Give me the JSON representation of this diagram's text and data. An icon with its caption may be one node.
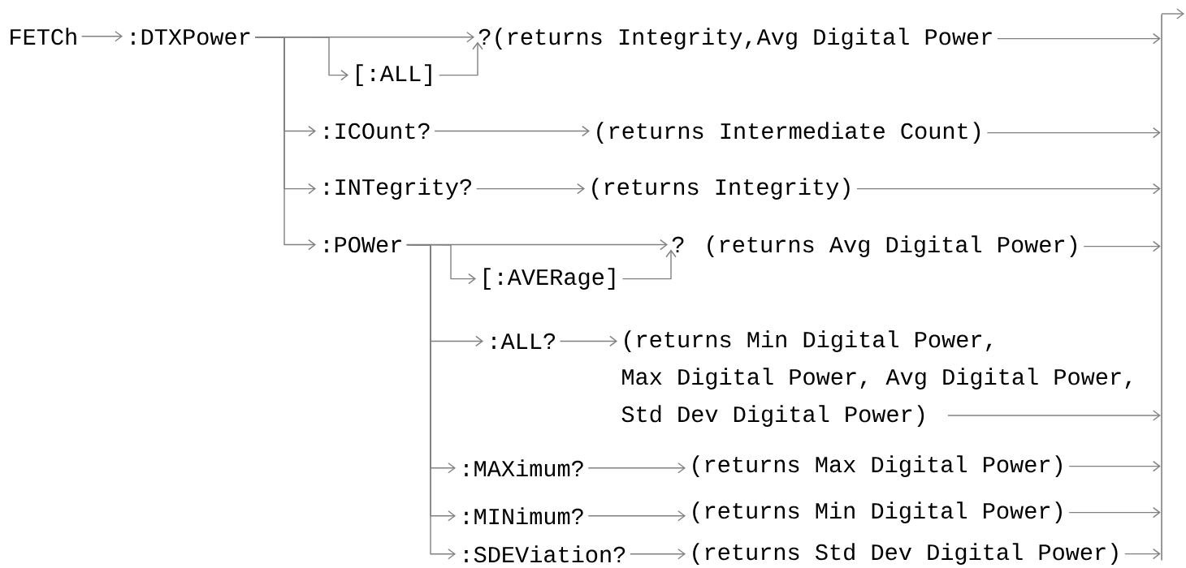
{
  "diagram": {
    "nodes": [
      {
        "text": [
          "FETCh"
        ]
      },
      {
        "text": [
          ":DTXPower"
        ]
      },
      {
        "text": [
          "[:ALL]"
        ]
      },
      {
        "text": [
          "?(returns Integrity,Avg Digital Power"
        ]
      },
      {
        "text": [
          ":ICOunt?"
        ]
      },
      {
        "text": [
          "(returns Intermediate Count)"
        ]
      },
      {
        "text": [
          ":INTegrity?"
        ]
      },
      {
        "text": [
          "(returns Integrity)"
        ]
      },
      {
        "text": [
          ":POWer"
        ]
      },
      {
        "text": [
          "[:AVERage]"
        ]
      },
      {
        "text": [
          "? (returns Avg Digital Power)"
        ]
      },
      {
        "text": [
          ":ALL?"
        ]
      },
      {
        "text": [
          "(returns Min Digital Power, Max Digital Power, Avg Digital Power, Std Dev Digital Power)"
        ]
      },
      {
        "text": [
          ":MAXimum?"
        ]
      },
      {
        "text": [
          "(returns Max Digital Power)"
        ]
      },
      {
        "text": [
          ":MINimum?"
        ]
      },
      {
        "text": [
          "(returns Min Digital Power)"
        ]
      },
      {
        "text": [
          ":SDEViation?"
        ]
      },
      {
        "text": [
          "(returns Std Dev Digital Power)"
        ]
      },
      {
        "text": [],
        "shape": "bar"
      }
    ],
    "edges": [
      {
        "from": 0,
        "to": 1,
        "arrow": "to"
      },
      {
        "from": 1,
        "to": 3,
        "arrow": "to"
      },
      {
        "from": 1,
        "to": 2,
        "arrow": "to"
      },
      {
        "from": 2,
        "to": 3,
        "arrow": "to"
      },
      {
        "from": 1,
        "to": 4,
        "arrow": "to"
      },
      {
        "from": 4,
        "to": 5,
        "arrow": "to"
      },
      {
        "from": 1,
        "to": 6,
        "arrow": "to"
      },
      {
        "from": 6,
        "to": 7,
        "arrow": "to"
      },
      {
        "from": 1,
        "to": 8,
        "arrow": "to"
      },
      {
        "from": 8,
        "to": 10,
        "arrow": "to"
      },
      {
        "from": 8,
        "to": 9,
        "arrow": "to"
      },
      {
        "from": 9,
        "to": 10,
        "arrow": "to"
      },
      {
        "from": 8,
        "to": 11,
        "arrow": "to"
      },
      {
        "from": 11,
        "to": 12,
        "arrow": "to"
      },
      {
        "from": 8,
        "to": 13,
        "arrow": "to"
      },
      {
        "from": 13,
        "to": 14,
        "arrow": "to"
      },
      {
        "from": 8,
        "to": 15,
        "arrow": "to"
      },
      {
        "from": 15,
        "to": 16,
        "arrow": "to"
      },
      {
        "from": 8,
        "to": 17,
        "arrow": "to"
      },
      {
        "from": 17,
        "to": 18,
        "arrow": "to"
      },
      {
        "from": 3,
        "to": 19,
        "arrow": "to"
      },
      {
        "from": 5,
        "to": 19,
        "arrow": "to"
      },
      {
        "from": 7,
        "to": 19,
        "arrow": "to"
      },
      {
        "from": 10,
        "to": 19,
        "arrow": "to"
      },
      {
        "from": 12,
        "to": 19,
        "arrow": "to"
      },
      {
        "from": 14,
        "to": 19,
        "arrow": "to"
      },
      {
        "from": 16,
        "to": 19,
        "arrow": "to"
      },
      {
        "from": 18,
        "to": 19,
        "arrow": "to"
      },
      {
        "from": 19,
        "to": null,
        "arrow": "to"
      }
    ]
  }
}
